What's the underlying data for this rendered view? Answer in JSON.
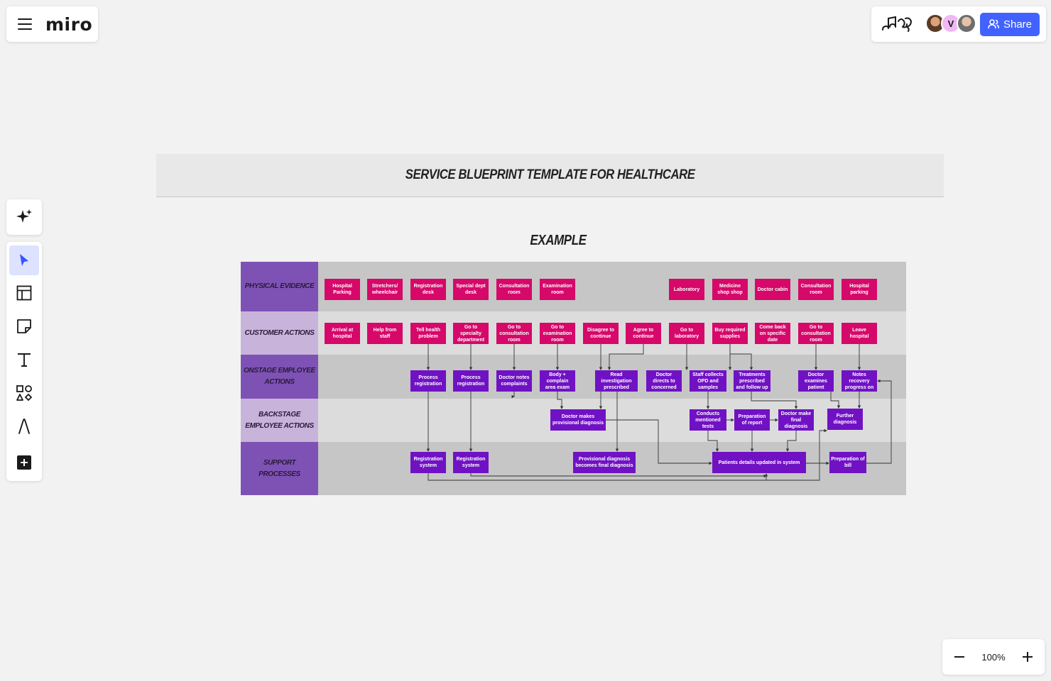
{
  "app": {
    "logo": "miro",
    "share_label": "Share",
    "collaborator_initial": "V",
    "zoom_level": "100%"
  },
  "tools": [
    "ai-assist",
    "select",
    "templates",
    "sticky-note",
    "text",
    "shapes",
    "pen",
    "more-apps"
  ],
  "board": {
    "title": "Service Blueprint Template for Healthcare",
    "example_label": "Example",
    "lanes": [
      {
        "label": "Physical Evidence",
        "head": "#7e52b4",
        "body": "#c6c6c6"
      },
      {
        "label": "Customer Actions",
        "head": "#c8b4da",
        "body": "#dcdcdc"
      },
      {
        "label": "Onstage Employee Actions",
        "head": "#7e52b4",
        "body": "#c6c6c6"
      },
      {
        "label": "Backstage Employee Actions",
        "head": "#c8b4da",
        "body": "#dcdcdc"
      },
      {
        "label": "Support Processes",
        "head": "#7e52b4",
        "body": "#c6c6c6"
      }
    ],
    "physical_evidence": [
      "Hospital Parking",
      "Stretchers/ wheelchair",
      "Registration desk",
      "Special dept desk",
      "Consultation room",
      "Examination room",
      "Laboratory",
      "Medicine shop shop",
      "Doctor cabin",
      "Consultation room",
      "Hospital parking"
    ],
    "customer_actions": [
      "Arrival at hospital",
      "Help from staff",
      "Tell health problem",
      "Go to specialty department",
      "Go to consultation room",
      "Go to examination room",
      "Disagree to continue",
      "Agree to continue",
      "Go to laboratory",
      "Buy required supplies",
      "Come back on specific date",
      "Go to consultation room",
      "Leave hospital"
    ],
    "onstage_actions": [
      "Process registration",
      "Process registration",
      "Doctor notes complaints",
      "Body + complain area exam",
      "Read investigation prescribed",
      "Doctor directs to concerned",
      "Staff collects OPD and samples",
      "Treatments prescribed and follow up",
      "Doctor examines patient",
      "Notes recovery progress on"
    ],
    "backstage_actions": [
      "Doctor makes provisional diagnosis",
      "Conducts mentioned tests",
      "Preparation of report",
      "Doctor make final diagnosis",
      "Further diagnosis"
    ],
    "support_processes": [
      "Registration system",
      "Registration system",
      "Provisional diagnosis becomes final diagnosis",
      "Patients details updated in system",
      "Preparation of bill"
    ],
    "colors": {
      "evidence_node": "#d6086a",
      "process_node": "#7012c4",
      "accent": "#4262ff"
    }
  }
}
